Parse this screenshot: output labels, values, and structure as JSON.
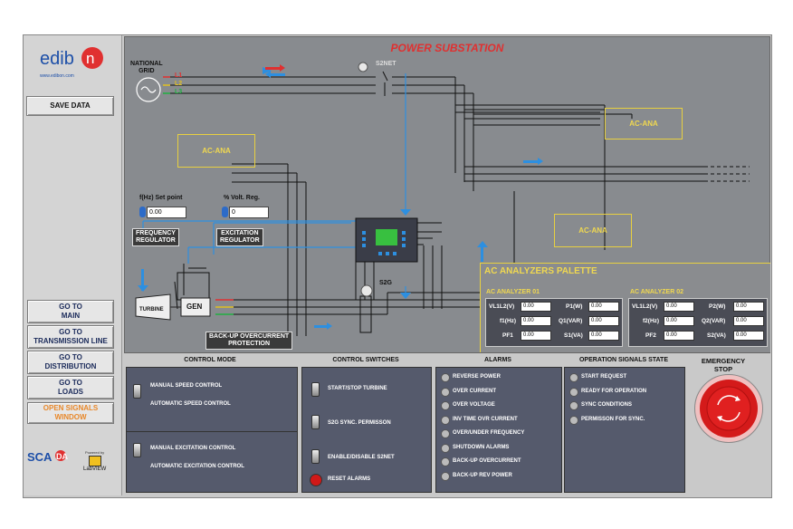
{
  "sidebar": {
    "logo": "edibon",
    "logo_url": "www.edibon.com",
    "save_button": "SAVE DATA",
    "nav": [
      {
        "label": "GO TO\nMAIN"
      },
      {
        "label": "GO TO\nTRANSMISSION LINE"
      },
      {
        "label": "GO TO\nDISTRIBUTION"
      },
      {
        "label": "GO TO\nLOADS"
      },
      {
        "label": "OPEN SIGNALS WINDOW"
      }
    ],
    "scada_logo": "SCADA",
    "powered_by": "Powered by",
    "labview": "LabVIEW"
  },
  "diagram": {
    "title": "POWER SUBSTATION",
    "national_grid": "NATIONAL\nGRID",
    "phases": [
      "L1",
      "L2",
      "L3"
    ],
    "s2net": "S2NET",
    "s2g": "S2G",
    "ac_ana": "AC-ANA",
    "freq_setpoint_label": "f(Hz) Set point",
    "freq_setpoint_value": "0.00",
    "volt_reg_label": "% Volt. Reg.",
    "volt_reg_value": "0",
    "frequency_regulator": "FREQUENCY\nREGULATOR",
    "excitation_regulator": "EXCITATION\nREGULATOR",
    "turbine": "TURBINE",
    "gen": "GEN",
    "backup_protection": "BACK-UP OVERCURRENT\nPROTECTION"
  },
  "palette": {
    "title": "AC ANALYZERS PALETTE",
    "analyzer1": {
      "title": "AC ANALYZER 01",
      "left": [
        {
          "k": "VL1L2(V)",
          "v": "0.00"
        },
        {
          "k": "f1(Hz)",
          "v": "0.00"
        },
        {
          "k": "PF1",
          "v": "0.00"
        }
      ],
      "right": [
        {
          "k": "P1(W)",
          "v": "0.00"
        },
        {
          "k": "Q1(VAR)",
          "v": "0.00"
        },
        {
          "k": "S1(VA)",
          "v": "0.00"
        }
      ]
    },
    "analyzer2": {
      "title": "AC ANALYZER 02",
      "left": [
        {
          "k": "VL1L2(V)",
          "v": "0.00"
        },
        {
          "k": "f2(Hz)",
          "v": "0.00"
        },
        {
          "k": "PF2",
          "v": "0.00"
        }
      ],
      "right": [
        {
          "k": "P2(W)",
          "v": "0.00"
        },
        {
          "k": "Q2(VAR)",
          "v": "0.00"
        },
        {
          "k": "S2(VA)",
          "v": "0.00"
        }
      ]
    }
  },
  "control_mode": {
    "title": "CONTROL MODE",
    "speed_manual": "MANUAL SPEED CONTROL",
    "speed_auto": "AUTOMATIC SPEED CONTROL",
    "exc_manual": "MANUAL EXCITATION CONTROL",
    "exc_auto": "AUTOMATIC EXCITATION CONTROL"
  },
  "control_switches": {
    "title": "CONTROL SWITCHES",
    "items": [
      "START/STOP TURBINE",
      "S2G SYNC. PERMISSON",
      "ENABLE/DISABLE S2NET"
    ],
    "reset": "RESET ALARMS"
  },
  "alarms": {
    "title": "ALARMS",
    "items": [
      "REVERSE POWER",
      "OVER CURRENT",
      "OVER VOLTAGE",
      "INV TIME OVR CURRENT",
      "OVER/UNDER FREQUENCY",
      "SHUTDOWN ALARMS",
      "BACK-UP OVERCURRENT",
      "BACK-UP REV POWER"
    ]
  },
  "operation": {
    "title": "OPERATION SIGNALS STATE",
    "items": [
      "START REQUEST",
      "READY FOR OPERATION",
      "SYNC CONDITIONS",
      "PERMISSON FOR SYNC."
    ]
  },
  "emergency": {
    "label": "EMERGENCY\nSTOP"
  },
  "colors": {
    "title_red": "#e03030",
    "ac_yellow": "#f0d850",
    "arrow_blue": "#2d8fe0",
    "line_l1": "#e03030",
    "line_l2": "#e0c020",
    "line_l3": "#20b040"
  }
}
